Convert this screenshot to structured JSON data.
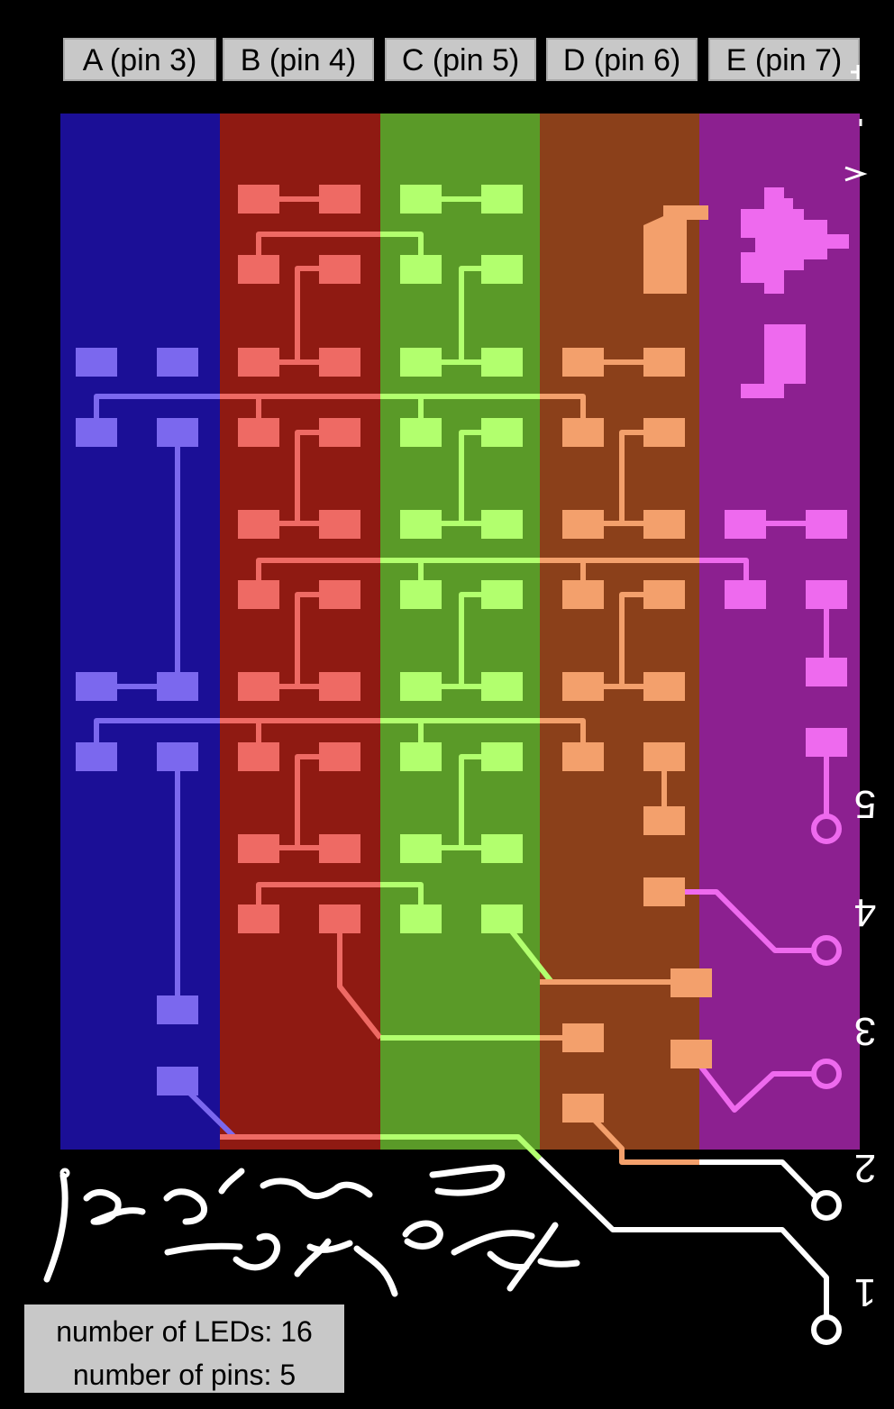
{
  "columns": [
    {
      "label": "A (pin 3)",
      "color": "#1b0f96",
      "pad": "#7b68ee"
    },
    {
      "label": "B (pin 4)",
      "color": "#8f1a12",
      "pad": "#ee6a64"
    },
    {
      "label": "C (pin 5)",
      "color": "#5a9a28",
      "pad": "#b2ff6e"
    },
    {
      "label": "D (pin 6)",
      "color": "#8b401a",
      "pad": "#f3a06c"
    },
    {
      "label": "E (pin 7)",
      "color": "#8c2090",
      "pad": "#ee6aee"
    }
  ],
  "pin_numbers": [
    "1",
    "2",
    "3",
    "4",
    "5"
  ],
  "stats": {
    "leds": "number of LEDs: 16",
    "pins": "number of pins: 5"
  },
  "signature": "handwritten signature"
}
